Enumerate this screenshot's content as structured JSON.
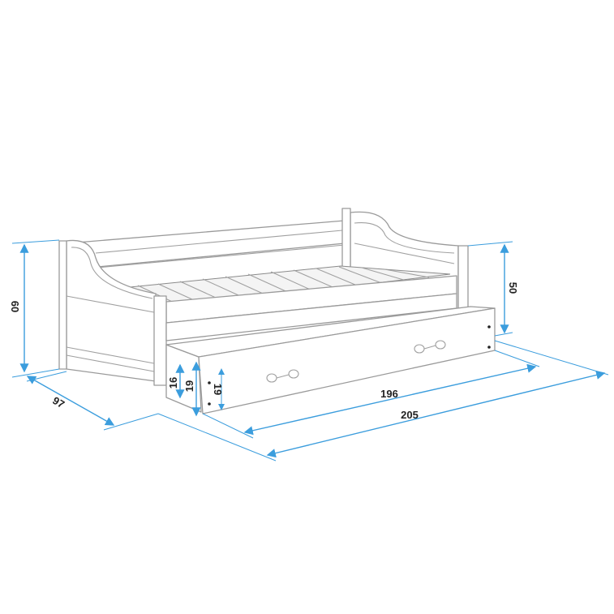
{
  "diagram": {
    "dimensions": {
      "height_total": "60",
      "depth": "97",
      "drawer_inner_height": "16",
      "drawer_height": "19",
      "drawer_front_height": "19",
      "drawer_length": "196",
      "total_length": "205",
      "headboard_height": "50"
    },
    "colors": {
      "dimension_line": "#3b9ddd",
      "outline": "#9a9a9a"
    }
  }
}
